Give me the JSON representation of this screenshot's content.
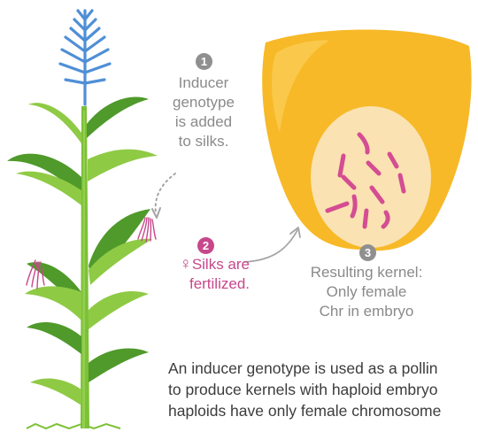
{
  "step1": {
    "number": "1",
    "lines": [
      "Inducer",
      "genotype",
      "is added",
      "to silks."
    ]
  },
  "step2": {
    "number": "2",
    "symbol": "♀",
    "lines": [
      "Silks are",
      "fertilized."
    ]
  },
  "step3": {
    "number": "3",
    "lines": [
      "Resulting kernel:",
      "Only female",
      "Chr in embryo"
    ]
  },
  "caption": {
    "lines": [
      "An inducer genotype is used as a pollin",
      "to produce kernels with haploid embryo",
      "haploids have only female chromosome"
    ]
  },
  "colors": {
    "stalk": "#7cc136",
    "leaf_dark": "#4f9a2a",
    "leaf_light": "#8fca45",
    "tassel": "#4f8fd6",
    "silk": "#c7478c",
    "kernel_outer": "#f7b928",
    "kernel_inner": "#fbe2b2",
    "chromosome": "#d44d92",
    "badge": "#8f8f8f",
    "arrow": "#a5a5a5"
  },
  "icons": [
    "corn-plant-illustration",
    "corn-kernel-illustration",
    "female-symbol-icon"
  ]
}
